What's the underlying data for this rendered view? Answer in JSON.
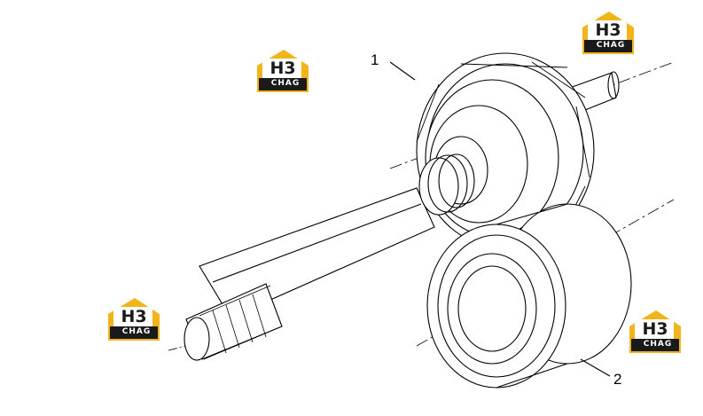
{
  "callouts": [
    {
      "label": "1"
    },
    {
      "label": "2"
    }
  ],
  "watermark": {
    "mark": "H3",
    "text": "CHAG",
    "colors": {
      "roof": "#f2b41b",
      "band": "#1a1a1a",
      "body": "#ffffff"
    }
  },
  "line_color": "#000000"
}
